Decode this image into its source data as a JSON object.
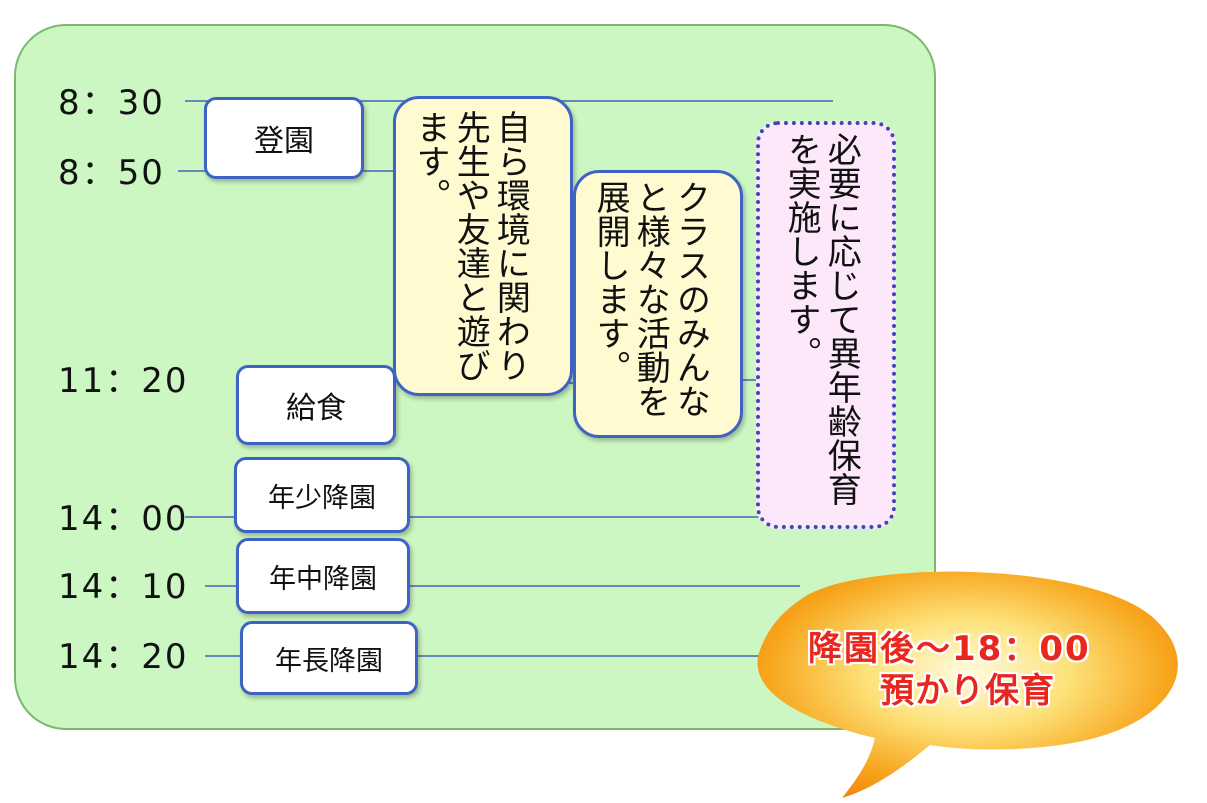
{
  "times": [
    "8：30",
    "8：50",
    "11：20",
    "14：00",
    "14：10",
    "14：20"
  ],
  "events": {
    "arrival": "登園",
    "lunch": "給食",
    "junior_dismissal": "年少降園",
    "middle_dismissal": "年中降園",
    "senior_dismissal": "年長降園"
  },
  "activities": {
    "free_play": "自ら環境に関わり\n先生や友達と遊び\nます。",
    "class_activity": "クラスのみんな\nと様々な活動を\n展開します。",
    "mixed_age": "必要に応じて異年齢保育\nを実施します。"
  },
  "extended_care": {
    "line1": "降園後～18：00",
    "line2": "預かり保育"
  },
  "colors": {
    "panel_bg": "#ccf6c2",
    "box_border": "#3d63c4",
    "activity_bg": "#fffad0",
    "note_bg": "#fde8fb",
    "bubble_text": "#e8281f",
    "bubble_fill": "#f7a51c"
  }
}
